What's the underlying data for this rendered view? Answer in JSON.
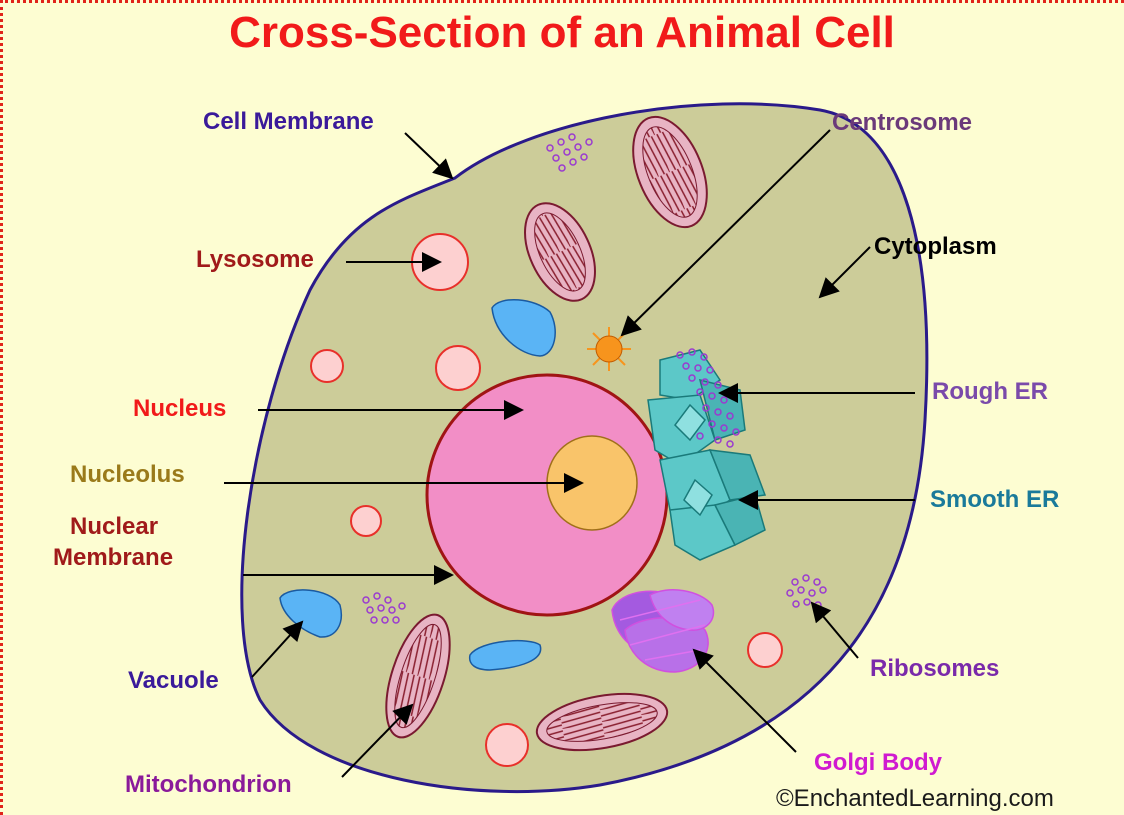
{
  "title": "Cross-Section of an Animal Cell",
  "copyright": "©EnchantedLearning.com",
  "labels": {
    "cell_membrane": "Cell Membrane",
    "centrosome": "Centrosome",
    "lysosome": "Lysosome",
    "cytoplasm": "Cytoplasm",
    "rough_er": "Rough ER",
    "nucleus": "Nucleus",
    "nucleolus": "Nucleolus",
    "smooth_er": "Smooth ER",
    "nuclear_membrane_1": "Nuclear",
    "nuclear_membrane_2": "Membrane",
    "vacuole": "Vacuole",
    "ribosomes": "Ribosomes",
    "golgi_body": "Golgi Body",
    "mitochondrion": "Mitochondrion"
  },
  "colors": {
    "background": "#fdfdd2",
    "title": "#f11a1a",
    "cytoplasm": "#cccc99",
    "cell_membrane": "#2a1a8a",
    "nucleus": "#f28ec6",
    "nuclear_membrane": "#a01414",
    "nucleolus": "#f9c46a",
    "lysosome": "#fdd0d0",
    "vacuole": "#5ab4f5",
    "mitochondrion": "#e8b4c4",
    "golgi": "#a45ae0",
    "er": "#5cc8c8",
    "ribosome": "#9a3ad0",
    "centrosome": "#f7941d"
  }
}
